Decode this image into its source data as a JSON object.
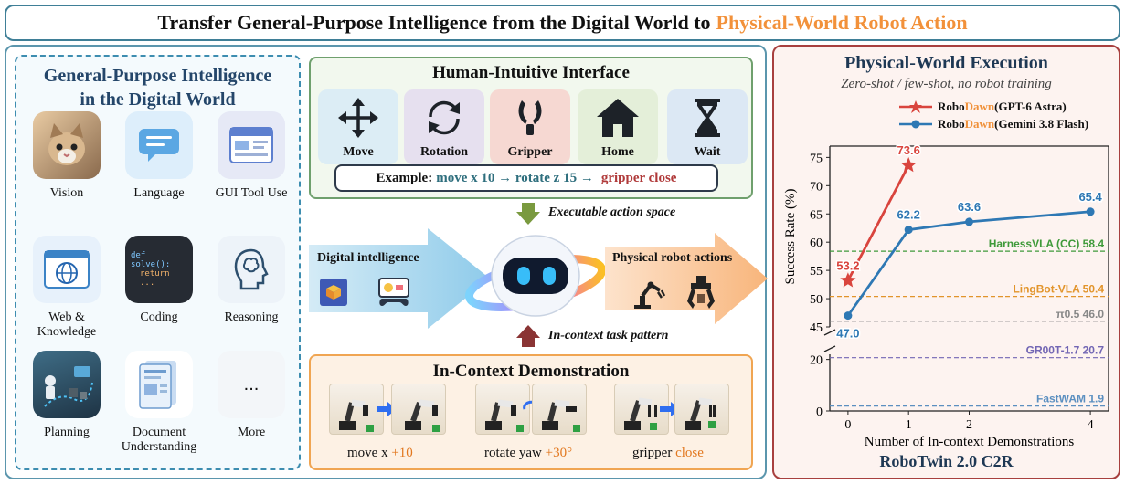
{
  "header": {
    "title_main": "Transfer General-Purpose Intelligence from the Digital World to",
    "title_accent": "Physical-World Robot Action",
    "accent_color": "#f2913a"
  },
  "digital": {
    "title_line1": "General-Purpose Intelligence",
    "title_line2": "in the Digital World",
    "items": [
      {
        "label": "Vision",
        "icon": "cat-photo-icon"
      },
      {
        "label": "Language",
        "icon": "chat-bubble-icon"
      },
      {
        "label": "GUI Tool Use",
        "icon": "window-icon"
      },
      {
        "label": "Web &",
        "label2": "Knowledge",
        "icon": "globe-icon"
      },
      {
        "label": "Coding",
        "icon": "code-icon",
        "code_line1": "def solve():",
        "code_line2": "return ..."
      },
      {
        "label": "Reasoning",
        "icon": "brain-head-icon"
      },
      {
        "label": "Planning",
        "icon": "robot-planning-icon"
      },
      {
        "label": "Document",
        "label2": "Understanding",
        "icon": "document-icon"
      },
      {
        "label": "More",
        "icon": "ellipsis-icon",
        "glyph": "..."
      }
    ]
  },
  "interface": {
    "title": "Human-Intuitive Interface",
    "actions": [
      {
        "label": "Move",
        "icon": "move-arrows-icon",
        "color": "#dcedf5"
      },
      {
        "label": "Rotation",
        "icon": "rotate-icon",
        "color": "#e6e0ef"
      },
      {
        "label": "Gripper",
        "icon": "gripper-icon",
        "color": "#f6d8d2"
      },
      {
        "label": "Home",
        "icon": "home-icon",
        "color": "#e4efd9"
      },
      {
        "label": "Wait",
        "icon": "hourglass-icon",
        "color": "#dce8f4"
      }
    ],
    "example_prefix": "Example:",
    "example_part1": "move x 10 → rotate z 15 →",
    "example_part2": "gripper close"
  },
  "middle": {
    "executable_label": "Executable action space",
    "context_label": "In-context task pattern",
    "digital_intelligence": "Digital intelligence",
    "physical_actions": "Physical robot actions"
  },
  "demo": {
    "title": "In-Context Demonstration",
    "items": [
      {
        "label": "move x",
        "value": "+10"
      },
      {
        "label": "rotate yaw",
        "value": "+30°"
      },
      {
        "label": "gripper",
        "value": "close"
      }
    ]
  },
  "execution": {
    "title": "Physical-World Execution",
    "subtitle": "Zero-shot / few-shot, no robot training",
    "legend": [
      {
        "prefix": "Robo",
        "accent": "Dawn",
        "suffix": " (GPT-6 Astra)",
        "color": "#d9443d"
      },
      {
        "prefix": "Robo",
        "accent": "Dawn",
        "suffix": " (Gemini 3.8 Flash)",
        "color": "#2e78b4"
      }
    ],
    "footer": "RoboTwin 2.0 C2R"
  },
  "chart_data": {
    "type": "line",
    "xlabel": "Number of In-context Demonstrations",
    "ylabel": "Success Rate (%)",
    "x": [
      0,
      1,
      2,
      4
    ],
    "xlim": [
      -0.3,
      4.3
    ],
    "ylim_broken": [
      [
        0,
        22
      ],
      [
        45,
        77
      ]
    ],
    "yticks": [
      0,
      20,
      45,
      50,
      55,
      60,
      65,
      70,
      75
    ],
    "series": [
      {
        "name": "GPT-6 Astra",
        "x": [
          0,
          1
        ],
        "values": [
          53.2,
          73.6
        ],
        "labels": [
          "53.2",
          "73.6"
        ],
        "color": "#d9443d",
        "marker": "star"
      },
      {
        "name": "Gemini 3.8 Flash",
        "x": [
          0,
          1,
          2,
          4
        ],
        "values": [
          47.0,
          62.2,
          63.6,
          65.4
        ],
        "labels": [
          "47.0",
          "62.2",
          "63.6",
          "65.4"
        ],
        "color": "#2e78b4",
        "marker": "circle"
      }
    ],
    "baselines": [
      {
        "name": "HarnessVLA (CC)",
        "value": 58.4,
        "label": "58.4",
        "color": "#3f9a3a"
      },
      {
        "name": "LingBot-VLA",
        "value": 50.4,
        "label": "50.4",
        "color": "#e2942b"
      },
      {
        "name": "π0.5",
        "value": 46.0,
        "label": "46.0",
        "color": "#888888"
      },
      {
        "name": "GR00T-1.7",
        "value": 20.7,
        "label": "20.7",
        "color": "#7266b4"
      },
      {
        "name": "FastWAM",
        "value": 1.9,
        "label": "1.9",
        "color": "#5b8fc0"
      }
    ]
  }
}
